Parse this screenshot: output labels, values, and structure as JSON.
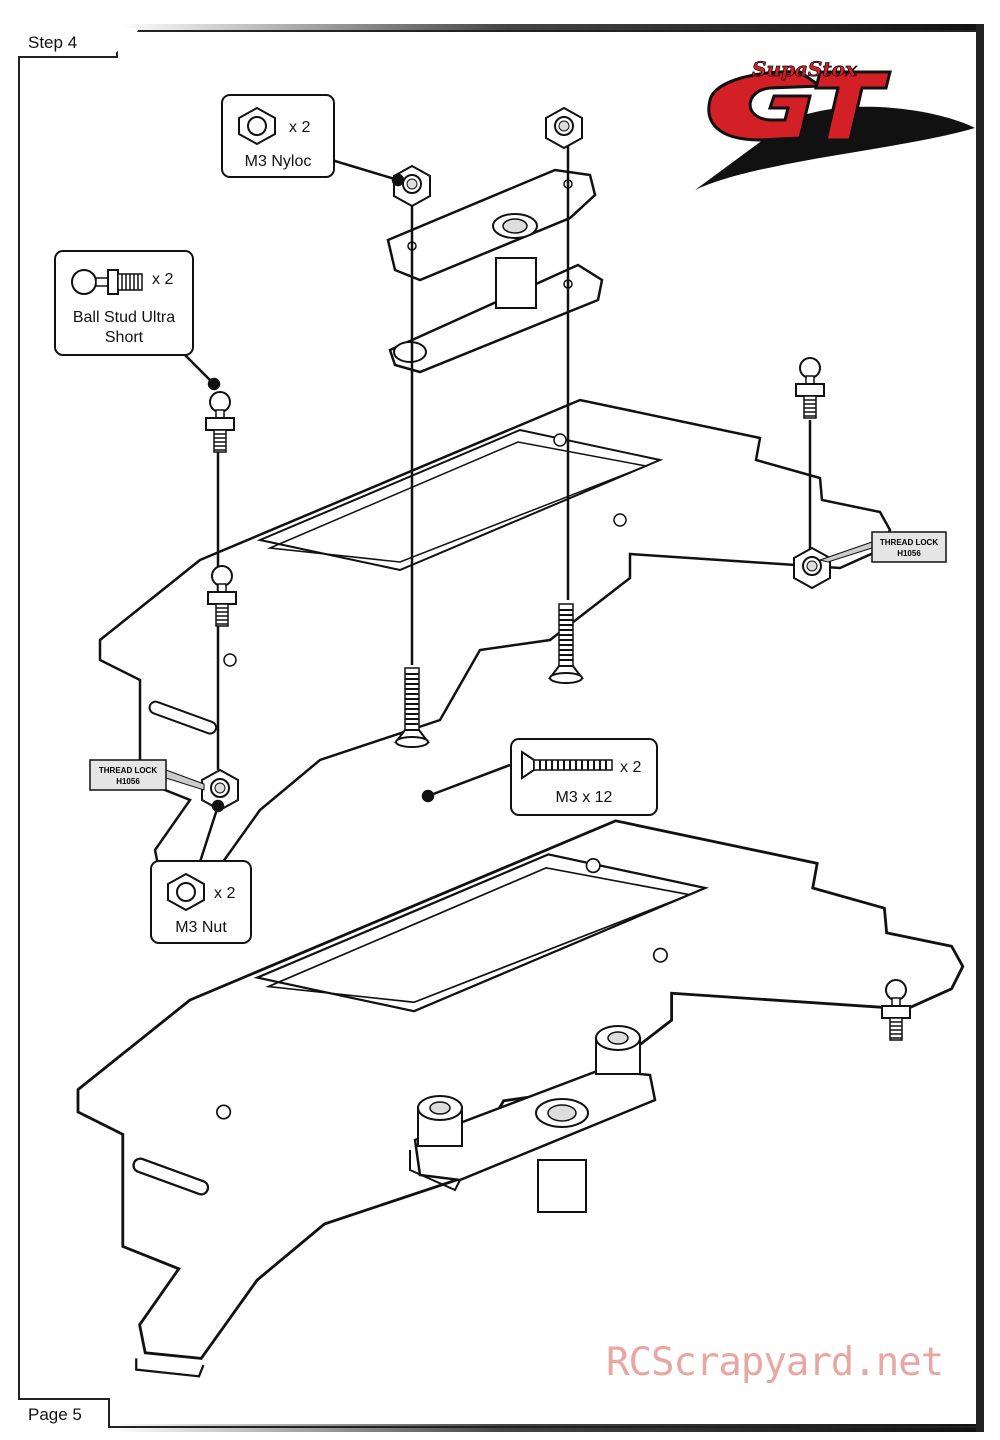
{
  "header": {
    "step_label": "Step 4"
  },
  "footer": {
    "page_label": "Page 5"
  },
  "logo": {
    "script_text": "SupaStox",
    "big_text": "GT",
    "colors": {
      "red": "#d31f26",
      "black": "#111111"
    }
  },
  "callouts": {
    "nyloc": {
      "qty": "x 2",
      "label": "M3 Nyloc"
    },
    "ball_stud": {
      "qty": "x 2",
      "label_line1": "Ball Stud Ultra",
      "label_line2": "Short"
    },
    "screw": {
      "qty": "x 2",
      "label": "M3 x 12"
    },
    "nut": {
      "qty": "x 2",
      "label": "M3 Nut"
    }
  },
  "thread_lock_right": {
    "line1": "THREAD LOCK",
    "line2": "H1056"
  },
  "thread_lock_left": {
    "line1": "THREAD LOCK",
    "line2": "H1056"
  },
  "watermark": {
    "text": "RCScrapyard.net",
    "color": "#e8a7a2"
  }
}
